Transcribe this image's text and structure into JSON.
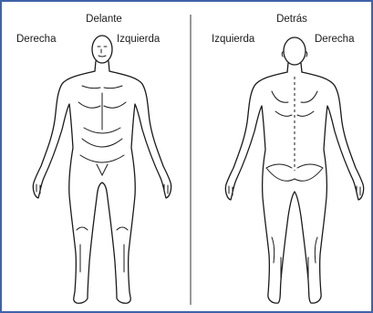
{
  "front": {
    "title": "Delante",
    "left_label": "Derecha",
    "right_label": "Izquierda"
  },
  "back": {
    "title": "Detrás",
    "left_label": "Izquierda",
    "right_label": "Derecha"
  },
  "colors": {
    "border": "#3f62a8",
    "line": "#1a1a1a",
    "background": "#ffffff"
  }
}
